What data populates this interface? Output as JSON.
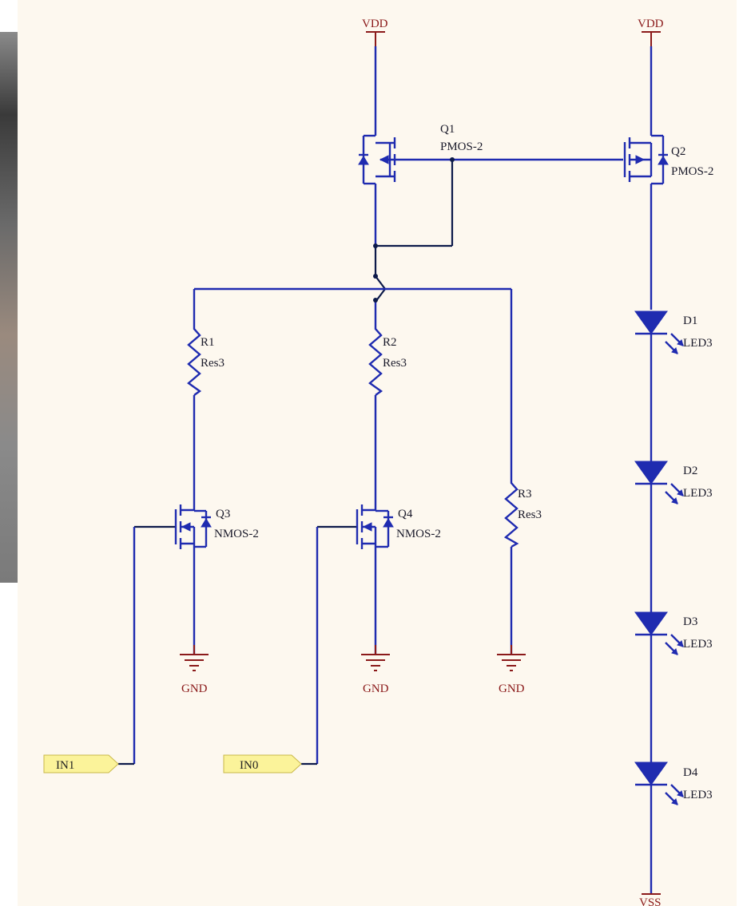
{
  "power": {
    "vdd_left": "VDD",
    "vdd_right": "VDD",
    "gnd_1": "GND",
    "gnd_2": "GND",
    "gnd_3": "GND",
    "vss": "VSS"
  },
  "components": {
    "q1": {
      "ref": "Q1",
      "value": "PMOS-2"
    },
    "q2": {
      "ref": "Q2",
      "value": "PMOS-2"
    },
    "q3": {
      "ref": "Q3",
      "value": "NMOS-2"
    },
    "q4": {
      "ref": "Q4",
      "value": "NMOS-2"
    },
    "r1": {
      "ref": "R1",
      "value": "Res3"
    },
    "r2": {
      "ref": "R2",
      "value": "Res3"
    },
    "r3": {
      "ref": "R3",
      "value": "Res3"
    },
    "d1": {
      "ref": "D1",
      "value": "LED3"
    },
    "d2": {
      "ref": "D2",
      "value": "LED3"
    },
    "d3": {
      "ref": "D3",
      "value": "LED3"
    },
    "d4": {
      "ref": "D4",
      "value": "LED3"
    }
  },
  "ports": {
    "in1": "IN1",
    "in0": "IN0"
  },
  "colors": {
    "background": "#fdf8ef",
    "wire": "#1f2bb0",
    "power_symbol": "#8b1a1a",
    "port_fill": "#fbf39a"
  }
}
